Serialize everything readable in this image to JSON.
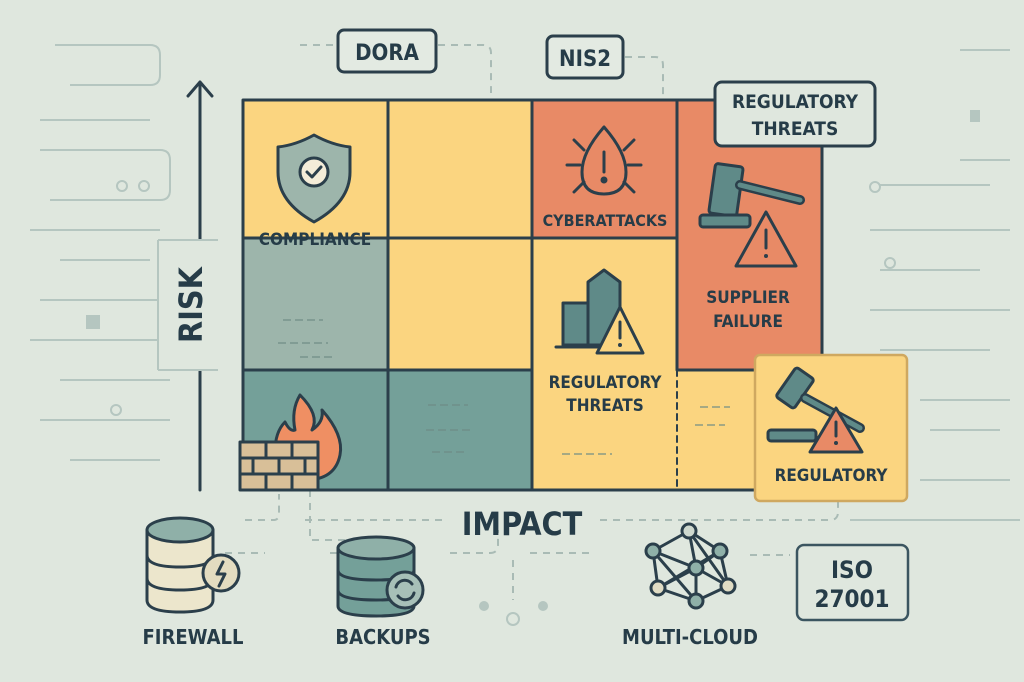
{
  "tags": {
    "dora": "DORA",
    "nis2": "NIS2",
    "iso_line1": "ISO",
    "iso_line2": "27001"
  },
  "axes": {
    "y_label": "RISK",
    "x_label": "IMPACT"
  },
  "matrix": {
    "compliance": "COMPLIANCE",
    "cyberattacks": "CYBERATTACKS",
    "regulatory_threats_top_line1": "REGULATORY",
    "regulatory_threats_top_line2": "THREATS",
    "supplier_line1": "SUPPLIER",
    "supplier_line2": "FAILURE",
    "regulatory_threats_mid_line1": "REGULATORY",
    "regulatory_threats_mid_line2": "THREATS",
    "regulatory": "REGULATORY"
  },
  "controls": {
    "firewall": "FIREWALL",
    "backups": "BACKUPS",
    "multicloud": "MULTI-CLOUD"
  },
  "colors": {
    "background": "#dfe7de",
    "yellow": "#fbd580",
    "coral": "#e88a66",
    "teal": "#74a099",
    "gray_teal": "#9db5ab",
    "ink": "#2b3f4b"
  }
}
